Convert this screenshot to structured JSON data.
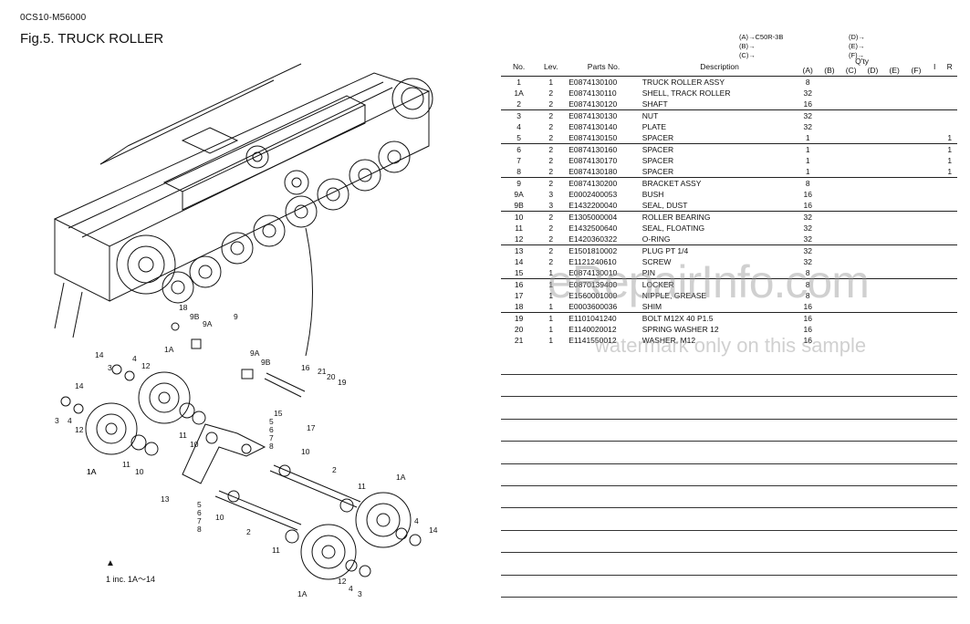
{
  "header": {
    "doc_code": "0CS10-M56000",
    "fig_title": "Fig.5.  TRUCK ROLLER"
  },
  "models": {
    "a": "(A)→C50R-3B",
    "b": "(B)→",
    "c": "(C)→",
    "d": "(D)→",
    "e": "(E)→",
    "f": "(F)→"
  },
  "table": {
    "headers": {
      "no": "No.",
      "lev": "Lev.",
      "parts_no": "Parts No.",
      "description": "Description",
      "qty": "Q'ty",
      "i": "I",
      "r": "R",
      "qa": "(A)",
      "qb": "(B)",
      "qc": "(C)",
      "qd": "(D)",
      "qe": "(E)",
      "qf": "(F)"
    },
    "rows": [
      {
        "no": "1",
        "lev": "1",
        "pn": "E0874130100",
        "desc": "TRUCK ROLLER ASSY",
        "qa": "8",
        "r": "",
        "grp": true
      },
      {
        "no": "1A",
        "lev": "2",
        "pn": "E0874130110",
        "desc": "SHELL, TRACK ROLLER",
        "qa": "32",
        "r": "",
        "grp": false
      },
      {
        "no": "2",
        "lev": "2",
        "pn": "E0874130120",
        "desc": "SHAFT",
        "qa": "16",
        "r": "",
        "grp": false
      },
      {
        "no": "3",
        "lev": "2",
        "pn": "E0874130130",
        "desc": "NUT",
        "qa": "32",
        "r": "",
        "grp": true
      },
      {
        "no": "4",
        "lev": "2",
        "pn": "E0874130140",
        "desc": "PLATE",
        "qa": "32",
        "r": "",
        "grp": false
      },
      {
        "no": "5",
        "lev": "2",
        "pn": "E0874130150",
        "desc": "SPACER",
        "qa": "1",
        "r": "1",
        "grp": false
      },
      {
        "no": "6",
        "lev": "2",
        "pn": "E0874130160",
        "desc": "SPACER",
        "qa": "1",
        "r": "1",
        "grp": true
      },
      {
        "no": "7",
        "lev": "2",
        "pn": "E0874130170",
        "desc": "SPACER",
        "qa": "1",
        "r": "1",
        "grp": false
      },
      {
        "no": "8",
        "lev": "2",
        "pn": "E0874130180",
        "desc": "SPACER",
        "qa": "1",
        "r": "1",
        "grp": false
      },
      {
        "no": "9",
        "lev": "2",
        "pn": "E0874130200",
        "desc": "BRACKET ASSY",
        "qa": "8",
        "r": "",
        "grp": true
      },
      {
        "no": "9A",
        "lev": "3",
        "pn": "E0002400053",
        "desc": "BUSH",
        "qa": "16",
        "r": "",
        "grp": false
      },
      {
        "no": "9B",
        "lev": "3",
        "pn": "E1432200040",
        "desc": "SEAL, DUST",
        "qa": "16",
        "r": "",
        "grp": false
      },
      {
        "no": "10",
        "lev": "2",
        "pn": "E1305000004",
        "desc": "ROLLER BEARING",
        "qa": "32",
        "r": "",
        "grp": true
      },
      {
        "no": "11",
        "lev": "2",
        "pn": "E1432500640",
        "desc": "SEAL, FLOATING",
        "qa": "32",
        "r": "",
        "grp": false
      },
      {
        "no": "12",
        "lev": "2",
        "pn": "E1420360322",
        "desc": "O-RING",
        "qa": "32",
        "r": "",
        "grp": false
      },
      {
        "no": "13",
        "lev": "2",
        "pn": "E1501810002",
        "desc": "PLUG PT 1/4",
        "qa": "32",
        "r": "",
        "grp": true
      },
      {
        "no": "14",
        "lev": "2",
        "pn": "E1121240610",
        "desc": "SCREW",
        "qa": "32",
        "r": "",
        "grp": false
      },
      {
        "no": "15",
        "lev": "1",
        "pn": "E0874130010",
        "desc": "PIN",
        "qa": "8",
        "r": "",
        "grp": false
      },
      {
        "no": "16",
        "lev": "1",
        "pn": "E0870139400",
        "desc": "LOCKER",
        "qa": "8",
        "r": "",
        "grp": true
      },
      {
        "no": "17",
        "lev": "1",
        "pn": "E1560001000",
        "desc": "NIPPLE, GREASE",
        "qa": "8",
        "r": "",
        "grp": false
      },
      {
        "no": "18",
        "lev": "1",
        "pn": "E0003600036",
        "desc": "SHIM",
        "qa": "16",
        "r": "",
        "grp": false
      },
      {
        "no": "19",
        "lev": "1",
        "pn": "E1101041240",
        "desc": "BOLT M12X 40 P1.5",
        "qa": "16",
        "r": "",
        "grp": true
      },
      {
        "no": "20",
        "lev": "1",
        "pn": "E1140020012",
        "desc": "SPRING WASHER  12",
        "qa": "16",
        "r": "",
        "grp": false
      },
      {
        "no": "21",
        "lev": "1",
        "pn": "E1141550012",
        "desc": "WASHER, M12",
        "qa": "16",
        "r": "",
        "grp": false
      }
    ]
  },
  "diagram": {
    "labels": [
      "18",
      "9B",
      "9A",
      "9",
      "1A",
      "14",
      "3",
      "4",
      "12",
      "10",
      "11",
      "1A",
      "14",
      "3",
      "4",
      "12",
      "11",
      "10",
      "1A",
      "13",
      "9A",
      "9B",
      "16",
      "21",
      "20",
      "19",
      "15",
      "17",
      "5",
      "6",
      "7",
      "8",
      "10",
      "2",
      "5",
      "6",
      "7",
      "8",
      "10",
      "2",
      "11",
      "1A",
      "4",
      "14",
      "11",
      "1A",
      "12",
      "4",
      "3"
    ],
    "note": "1 inc. 1A〜14",
    "note_arrow": "▲"
  },
  "watermark": {
    "site": "eRepairInfo.com",
    "sample": "watermark only on this sample"
  },
  "colors": {
    "ink": "#111111",
    "rule": "#222222",
    "watermark": "#969696"
  }
}
